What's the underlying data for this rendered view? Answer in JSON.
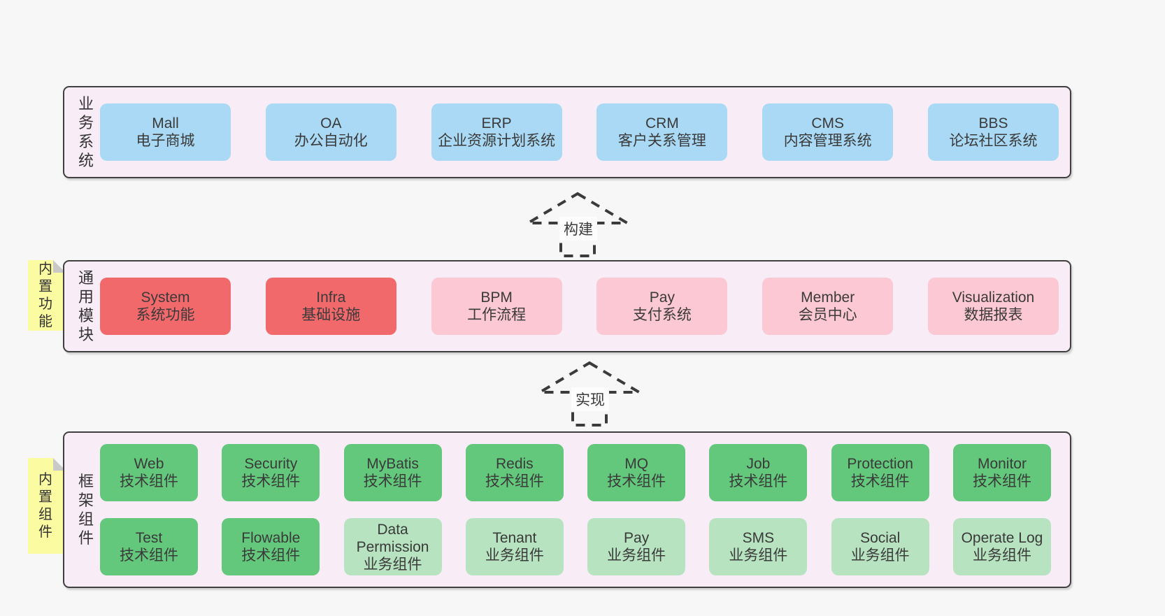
{
  "colors": {
    "page_bg": "#f7f7f7",
    "panel_bg": "#f8edf7",
    "panel_border": "#404040",
    "blue": "#a9d9f4",
    "red": "#f2696c",
    "pink": "#fbc8d3",
    "green_dark": "#63c87c",
    "green_light": "#b7e3c0",
    "sticky_yellow": "#fbfba2",
    "text": "#3a3a3a"
  },
  "arrows": {
    "build": "构建",
    "implement": "实现"
  },
  "sections": {
    "business": {
      "label": "业务系统",
      "boxes": [
        {
          "name": "Mall",
          "desc": "电子商城",
          "variant": "blue"
        },
        {
          "name": "OA",
          "desc": "办公自动化",
          "variant": "blue"
        },
        {
          "name": "ERP",
          "desc": "企业资源计划系统",
          "variant": "blue"
        },
        {
          "name": "CRM",
          "desc": "客户关系管理",
          "variant": "blue"
        },
        {
          "name": "CMS",
          "desc": "内容管理系统",
          "variant": "blue"
        },
        {
          "name": "BBS",
          "desc": "论坛社区系统",
          "variant": "blue"
        }
      ]
    },
    "modules": {
      "label": "通用模块",
      "sticky": "内置功能",
      "boxes": [
        {
          "name": "System",
          "desc": "系统功能",
          "variant": "red"
        },
        {
          "name": "Infra",
          "desc": "基础设施",
          "variant": "red"
        },
        {
          "name": "BPM",
          "desc": "工作流程",
          "variant": "pink"
        },
        {
          "name": "Pay",
          "desc": "支付系统",
          "variant": "pink"
        },
        {
          "name": "Member",
          "desc": "会员中心",
          "variant": "pink"
        },
        {
          "name": "Visualization",
          "desc": "数据报表",
          "variant": "pink"
        }
      ]
    },
    "components": {
      "label": "框架组件",
      "sticky": "内置组件",
      "row1": [
        {
          "name": "Web",
          "desc": "技术组件",
          "variant": "green-dark"
        },
        {
          "name": "Security",
          "desc": "技术组件",
          "variant": "green-dark"
        },
        {
          "name": "MyBatis",
          "desc": "技术组件",
          "variant": "green-dark"
        },
        {
          "name": "Redis",
          "desc": "技术组件",
          "variant": "green-dark"
        },
        {
          "name": "MQ",
          "desc": "技术组件",
          "variant": "green-dark"
        },
        {
          "name": "Job",
          "desc": "技术组件",
          "variant": "green-dark"
        },
        {
          "name": "Protection",
          "desc": "技术组件",
          "variant": "green-dark"
        },
        {
          "name": "Monitor",
          "desc": "技术组件",
          "variant": "green-dark"
        }
      ],
      "row2": [
        {
          "name": "Test",
          "desc": "技术组件",
          "variant": "green-dark"
        },
        {
          "name": "Flowable",
          "desc": "技术组件",
          "variant": "green-dark"
        },
        {
          "name": "Data Permission",
          "desc": "业务组件",
          "variant": "green-light"
        },
        {
          "name": "Tenant",
          "desc": "业务组件",
          "variant": "green-light"
        },
        {
          "name": "Pay",
          "desc": "业务组件",
          "variant": "green-light"
        },
        {
          "name": "SMS",
          "desc": "业务组件",
          "variant": "green-light"
        },
        {
          "name": "Social",
          "desc": "业务组件",
          "variant": "green-light"
        },
        {
          "name": "Operate Log",
          "desc": "业务组件",
          "variant": "green-light"
        }
      ]
    }
  }
}
